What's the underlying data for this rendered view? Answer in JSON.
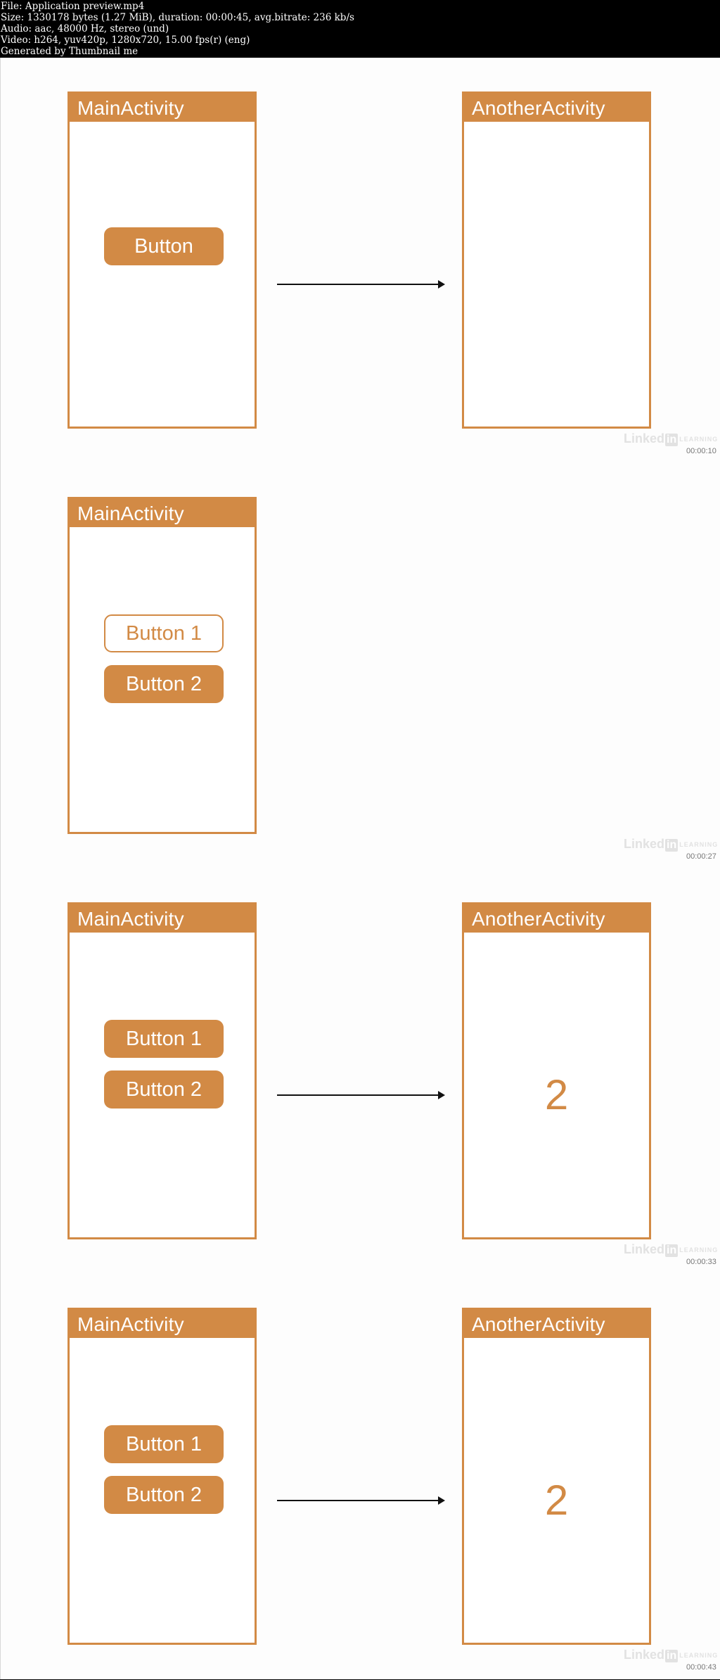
{
  "info": {
    "lines": [
      "File: Application preview.mp4",
      "Size: 1330178 bytes (1.27 MiB), duration: 00:00:45, avg.bitrate: 236 kb/s",
      "Audio: aac, 48000 Hz, stereo (und)",
      "Video: h264, yuv420p, 1280x720, 15.00 fps(r) (eng)",
      "Generated by Thumbnail me"
    ]
  },
  "frames": [
    {
      "main_title": "MainActivity",
      "buttons": [
        "Button"
      ],
      "another_title": "AnotherActivity",
      "another_value": "",
      "timestamp": "00:00:10"
    },
    {
      "main_title": "MainActivity",
      "buttons": [
        "Button 1",
        "Button 2"
      ],
      "timestamp": "00:00:27"
    },
    {
      "main_title": "MainActivity",
      "buttons": [
        "Button 1",
        "Button 2"
      ],
      "another_title": "AnotherActivity",
      "another_value": "2",
      "timestamp": "00:00:33"
    },
    {
      "main_title": "MainActivity",
      "buttons": [
        "Button 1",
        "Button 2"
      ],
      "another_title": "AnotherActivity",
      "another_value": "2",
      "timestamp": "00:00:43"
    }
  ],
  "watermark": {
    "brand": "Linked",
    "brand_in": "in",
    "sub": "LEARNING"
  },
  "colors": {
    "accent": "#d28a45",
    "background": "#fdfdfd",
    "header_bg": "#000000"
  }
}
